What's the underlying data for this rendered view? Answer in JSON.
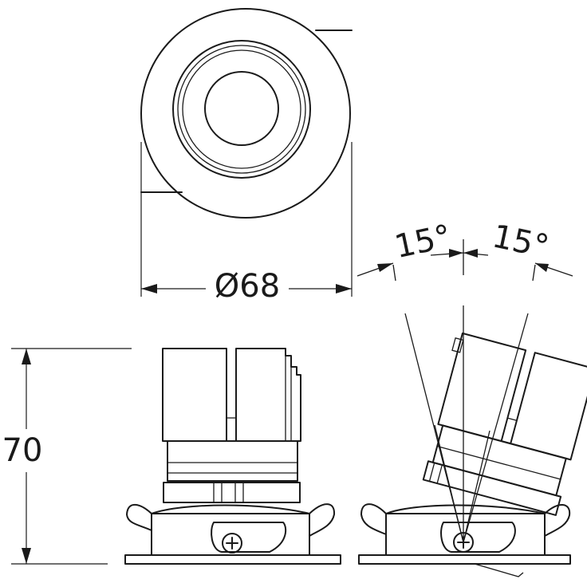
{
  "dimensions": {
    "diameter": "Ø68",
    "height": "70",
    "tilt_left": "15°",
    "tilt_right": "15°"
  },
  "colors": {
    "line": "#1a1a1a",
    "background": "#ffffff"
  }
}
